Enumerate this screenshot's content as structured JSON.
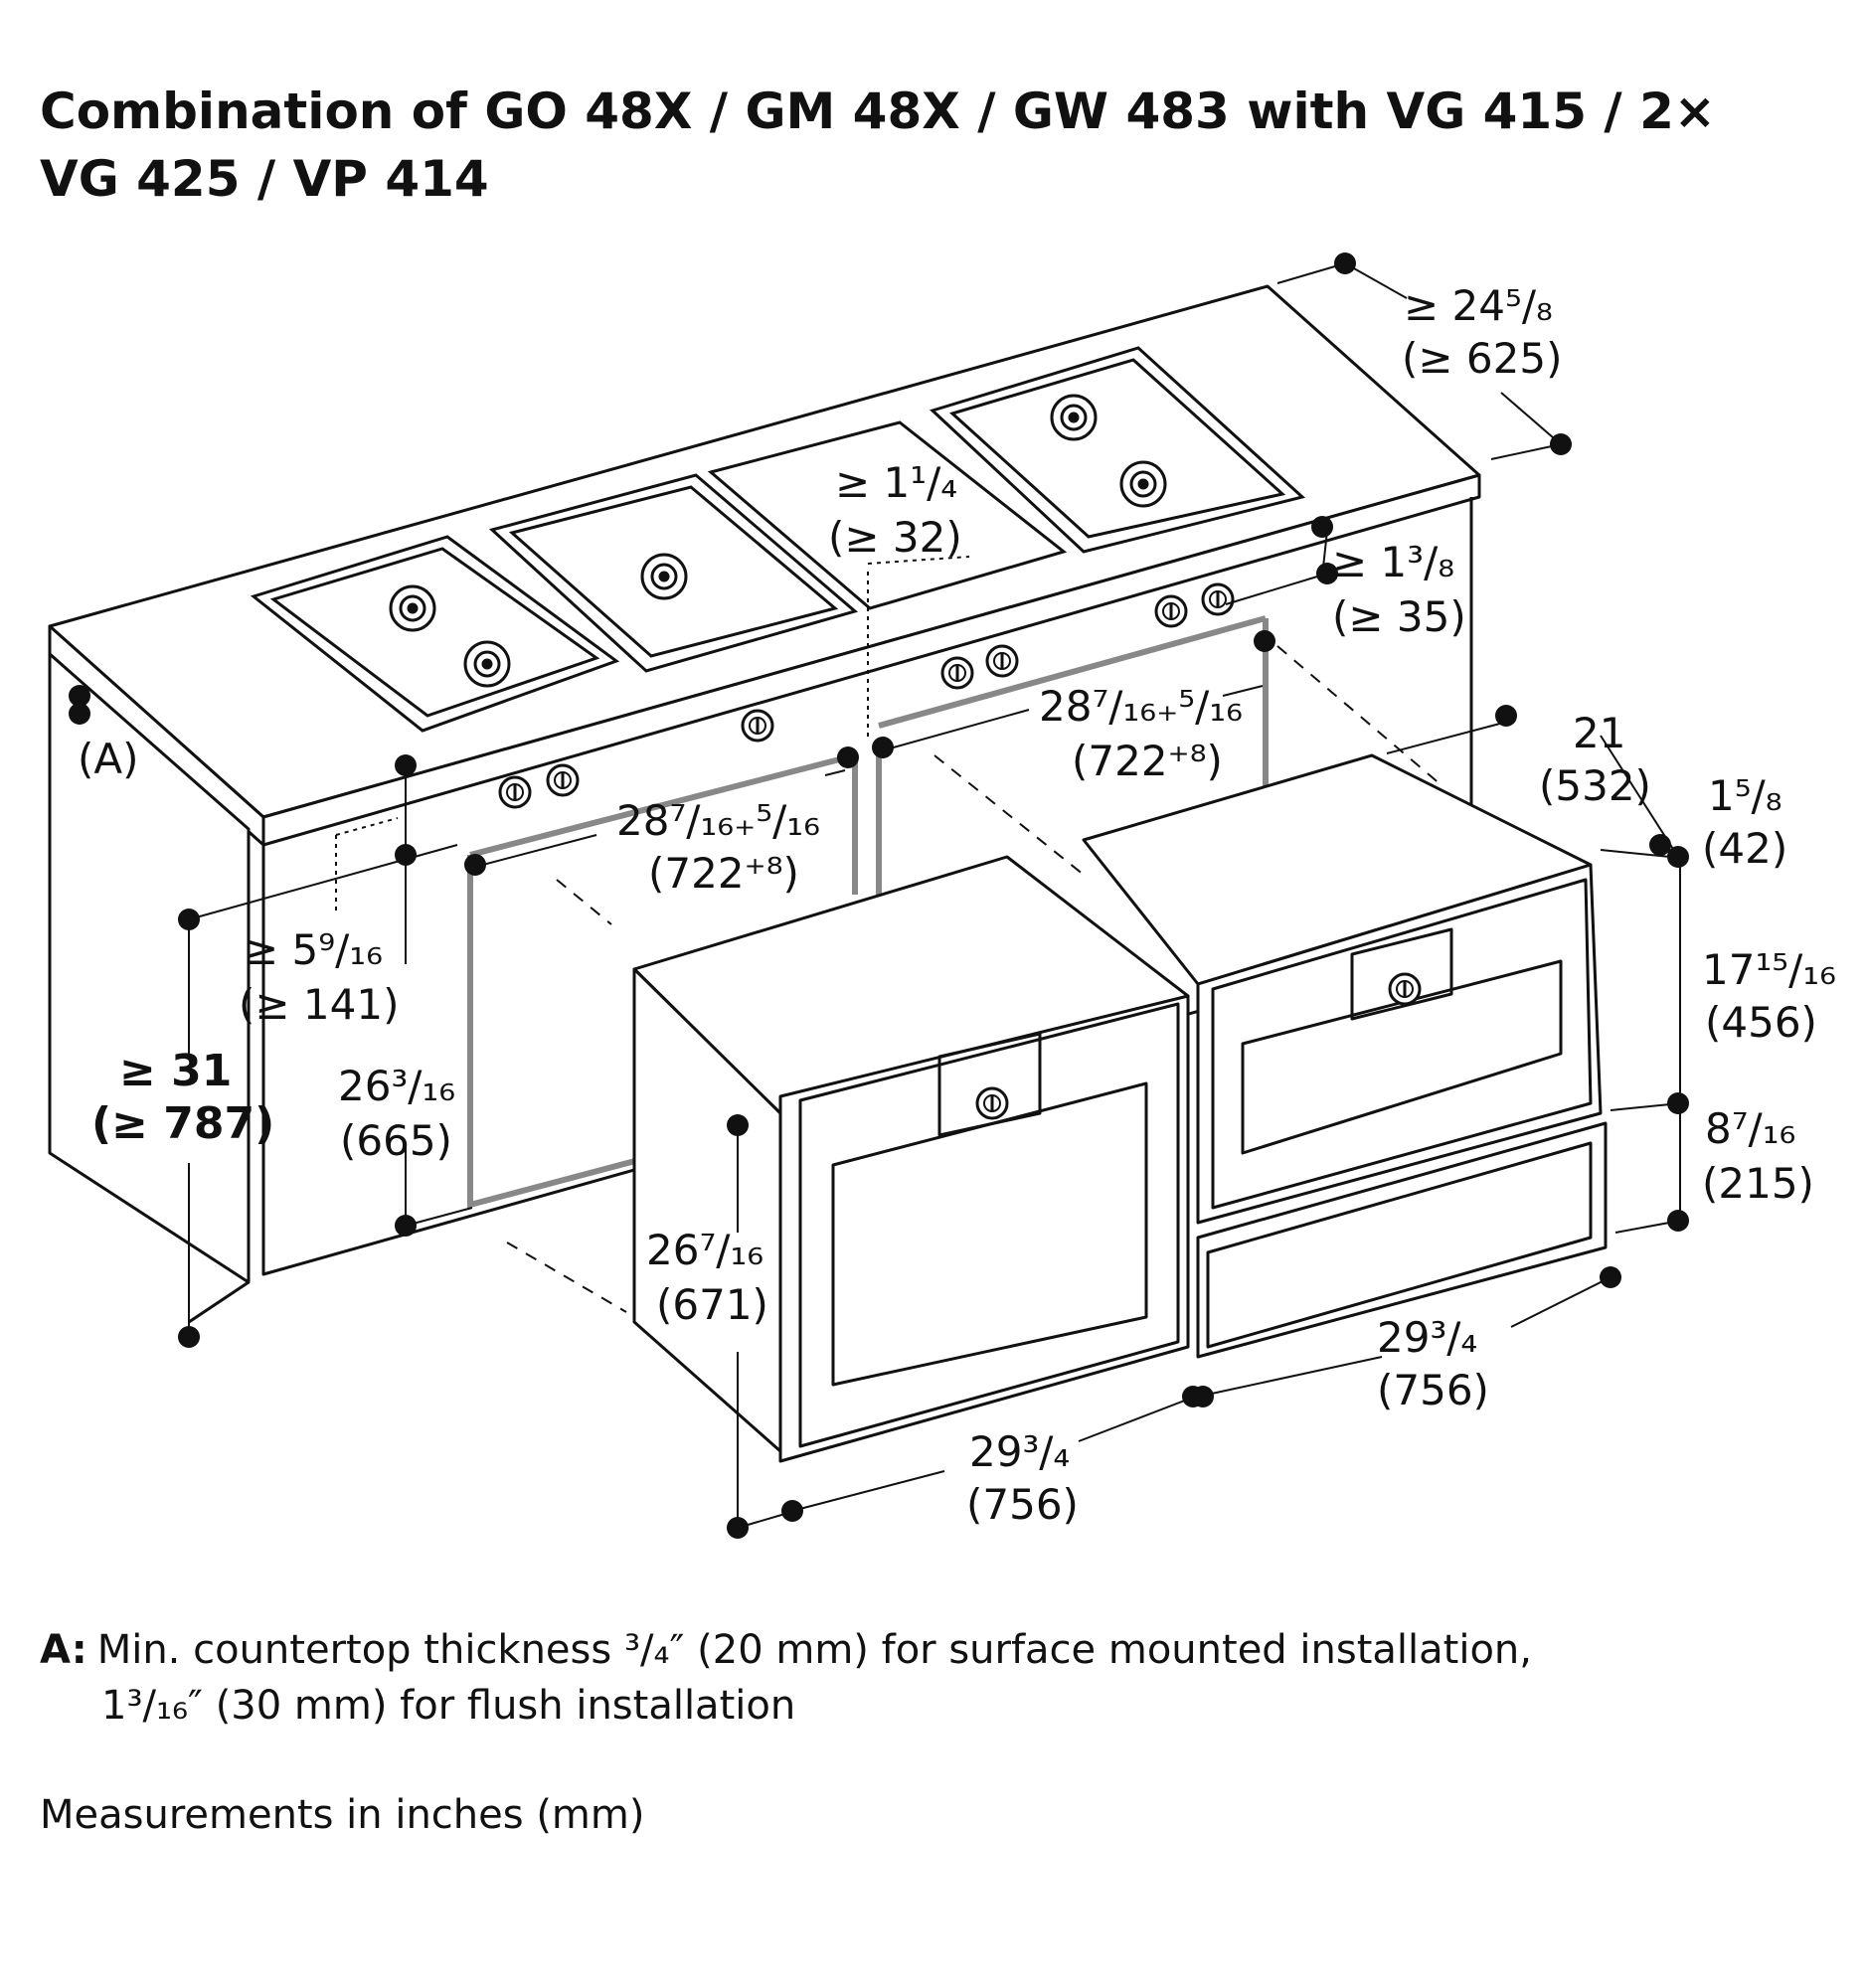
{
  "title": {
    "line1": "Combination of GO 48X / GM 48X / GW 483 with VG 415 / 2×",
    "line2": "VG 425 / VP 414"
  },
  "dimensions": {
    "depth_counter": [
      "≥ 24⁵/₈",
      "(≥ 625)"
    ],
    "gap_modules": [
      "≥ 1¹/₄",
      "(≥ 32)"
    ],
    "knob_offset": [
      "≥ 1³/₈",
      "(≥ 35)"
    ],
    "cutout_width_right": [
      "28⁷/₁₆₊⁵/₁₆",
      "(722⁺⁸)"
    ],
    "cutout_width_left": [
      "28⁷/₁₆₊⁵/₁₆",
      "(722⁺⁸)"
    ],
    "oven_depth": [
      "21",
      "(532)"
    ],
    "front_projection": [
      "1⁵/₈",
      "(42)"
    ],
    "label_a": "(A)",
    "counter_height": [
      "≥ 31",
      "(≥ 787)"
    ],
    "top_to_cutout": [
      "≥ 5⁹/₁₆",
      "(≥ 141)"
    ],
    "cutout_height": [
      "26³/₁₆",
      "(665)"
    ],
    "oven_height": [
      "26⁷/₁₆",
      "(671)"
    ],
    "oven_width_left": [
      "29³/₄",
      "(756)"
    ],
    "oven_width_right": [
      "29³/₄",
      "(756)"
    ],
    "upper_height": [
      "17¹⁵/₁₆",
      "(456)"
    ],
    "drawer_height": [
      "8⁷/₁₆",
      "(215)"
    ]
  },
  "notes": {
    "a_label": "A:",
    "a_line1": "Min. countertop thickness ³/₄″ (20 mm) for surface mounted installation,",
    "a_line2": "1³/₁₆″ (30 mm) for flush installation",
    "measurements": "Measurements in inches (mm)"
  }
}
